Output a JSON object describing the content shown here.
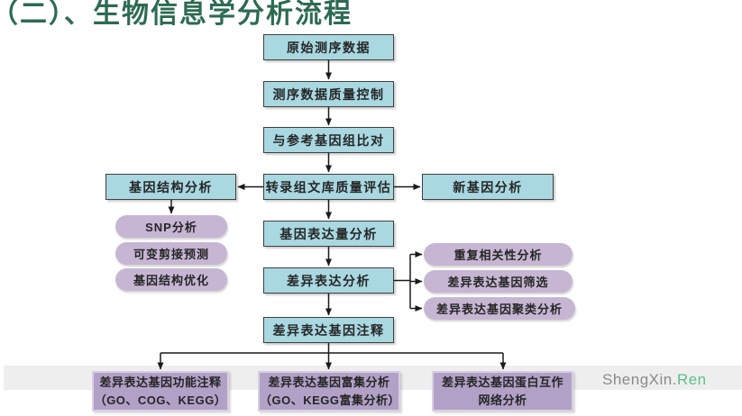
{
  "title": "（二）、生物信息学分析流程",
  "watermark": {
    "gray_part": "ShengXin.",
    "green_part": "Ren"
  },
  "colors": {
    "title_green": "#2d6b52",
    "flow_box_blue": "#a9d8e1",
    "flow_box_border": "#3f3f3f",
    "pill_lavender": "#c6b6d3",
    "bottom_box_purple": "#b2a1c7",
    "bottom_box_border": "#d8d0e2",
    "band_gray": "#eeeeee",
    "connector_black": "#1a1a1a",
    "watermark_gray": "#8a8a8a",
    "watermark_green": "#5fbe8c"
  },
  "flow": {
    "main": [
      "原始测序数据",
      "测序数据质量控制",
      "与参考基因组比对",
      "转录组文库质量评估",
      "基因表达量分析",
      "差异表达分析",
      "差异表达基因注释"
    ],
    "left_branch": {
      "box": "基因结构分析",
      "pills": [
        "SNP分析",
        "可变剪接预测",
        "基因结构优化"
      ]
    },
    "right_branch": {
      "box": "新基因分析"
    },
    "de_pills": [
      "重复相关性分析",
      "差异表达基因筛选",
      "差异表达基因聚类分析"
    ],
    "bottom": [
      {
        "line1": "差异表达基因功能注释",
        "line2": "（GO、COG、KEGG）"
      },
      {
        "line1": "差异表达基因富集分析",
        "line2": "（GO、KEGG富集分析）"
      },
      {
        "line1": "差异表达基因蛋白互作",
        "line2": "网络分析"
      }
    ]
  }
}
